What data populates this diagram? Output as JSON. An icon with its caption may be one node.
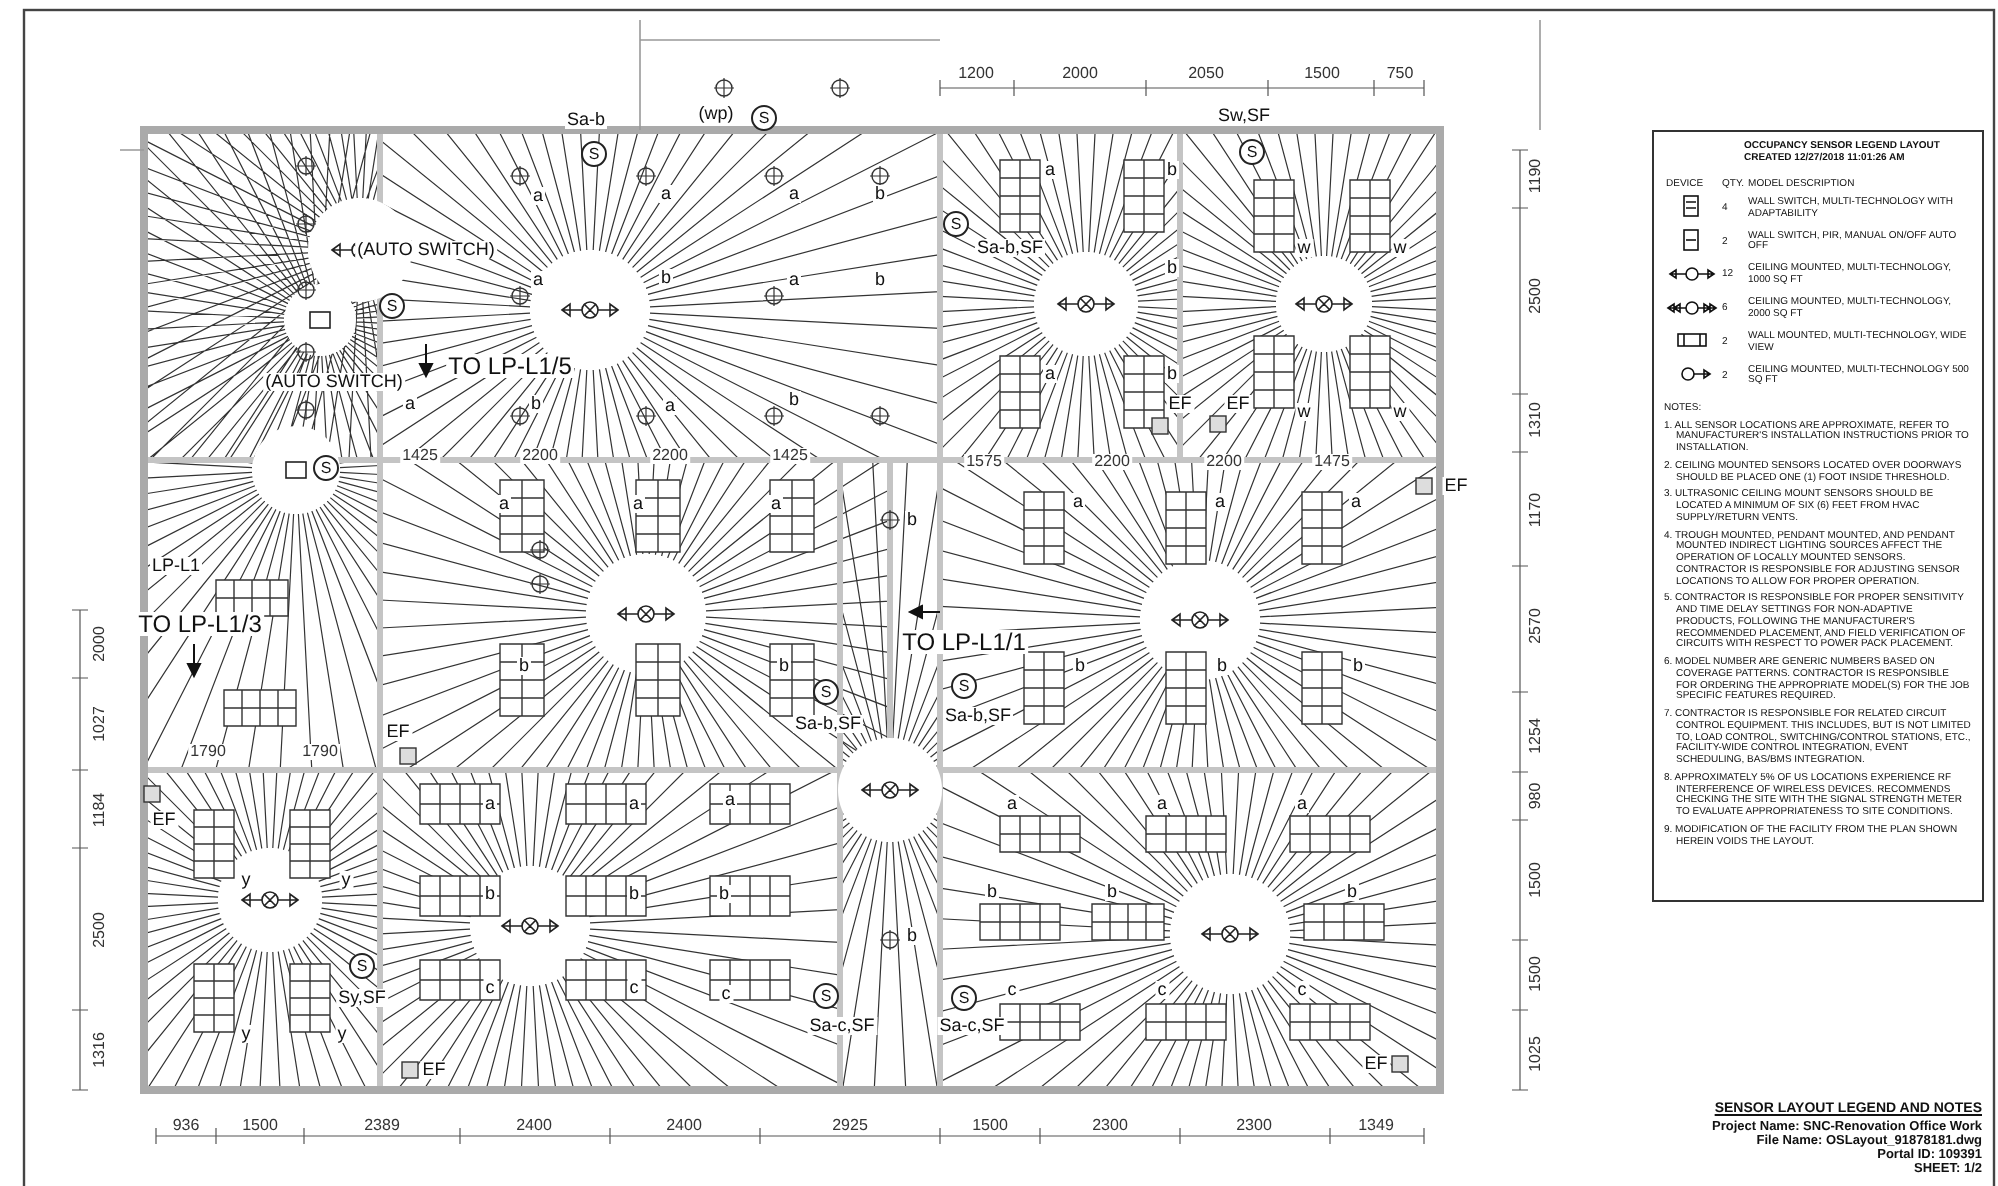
{
  "diagram": {
    "title": "SENSOR LAYOUT LEGEND AND NOTES",
    "labels": [
      "Sa-b",
      "(wp)",
      "S",
      "1200",
      "2000",
      "2050",
      "1500",
      "750",
      "Sw,SF",
      "S",
      "S",
      "1190",
      "a",
      "a",
      "a",
      "b",
      "a",
      "b",
      "(AUTO SWITCH)",
      "S",
      "Sa-b,SF",
      "w",
      "w",
      "b",
      "a",
      "b",
      "a",
      "b",
      "2500",
      "S",
      "TO LP-L1/5",
      "(AUTO SWITCH)",
      "a",
      "b",
      "a",
      "b",
      "a",
      "b",
      "w",
      "w",
      "1310",
      "EF",
      "EF",
      "1425",
      "2200",
      "2200",
      "1425",
      "1575",
      "2200",
      "2200",
      "1475",
      "S",
      "EF",
      "a",
      "a",
      "a",
      "a",
      "a",
      "a",
      "1170",
      "b",
      "LP-L1",
      "TO LP-L1/3",
      "2570",
      "TO LP-L1/1",
      "2000",
      "b",
      "b",
      "b",
      "b",
      "b",
      "S",
      "S",
      "Sa-b,SF",
      "Sa-b,SF",
      "EF",
      "1027",
      "1790",
      "1790",
      "1254",
      "980",
      "EF",
      "1184",
      "a",
      "a",
      "a",
      "a",
      "a",
      "a",
      "y",
      "y",
      "1500",
      "b",
      "b",
      "b",
      "b",
      "b",
      "b",
      "b",
      "2500",
      "S",
      "1500",
      "c",
      "c",
      "c",
      "c",
      "c",
      "c",
      "Sy,SF",
      "S",
      "S",
      "Sa-c,SF",
      "Sa-c,SF",
      "y",
      "y",
      "1316",
      "1025",
      "EF",
      "EF",
      "936",
      "1500",
      "2389",
      "2400",
      "2400",
      "2925",
      "1500",
      "2300",
      "2300",
      "1349",
      "OCCUPANCY SENSOR LEGEND LAYOUT CREATED 12/27/2018 11:01:26 AM",
      "DEVICE",
      "QTY.",
      "MODEL DESCRIPTION",
      "4",
      "2",
      "12",
      "6",
      "2",
      "2",
      "NOTES:",
      "1. ALL SENSOR LOCATIONS ARE APPROXIMATE, REFER TO MANUFACTURER'S INSTALLATION INSTRUCTIONS PRIOR TO INSTALLATION.",
      "2. CEILING MOUNTED SENSORS LOCATED OVER DOORWAYS SHOULD BE PLACED ONE (1) FOOT INSIDE THRESHOLD.",
      "3. ULTRASONIC CEILING MOUNT SENSORS SHOULD BE LOCATED A MINIMUM OF SIX (6) FEET FROM HVAC SUPPLY/RETURN VENTS.",
      "4. TROUGH MOUNTED, PENDANT MOUNTED, AND PENDANT MOUNTED INDIRECT LIGHTING SOURCES AFFECT THE OPERATION OF LOCALLY MOUNTED SENSORS. CONTRACTOR IS RESPONSIBLE FOR ADJUSTING SENSOR LOCATIONS TO ALLOW FOR PROPER OPERATION.",
      "5. CONTRACTOR IS RESPONSIBLE FOR PROPER SENSITIVITY AND TIME DELAY SETTINGS FOR NON-ADAPTIVE PRODUCTS, FOLLOWING THE MANUFACTURER'S RECOMMENDED PLACEMENT, AND FIELD VERIFICATION OF CIRCUITS WITH RESPECT TO POWER PACK PLACEMENT.",
      "6. MODEL NUMBER ARE GENERIC NUMBERS BASED ON COVERAGE PATTERNS. CONTRACTOR IS RESPONSIBLE FOR ORDERING THE APPROPRIATE MODEL(S) FOR THE JOB SPECIFIC FEATURES REQUIRED.",
      "7. CONTRACTOR IS RESPONSIBLE FOR RELATED CIRCUIT CONTROL EQUIPMENT. THIS INCLUDES, BUT IS NOT LIMITED TO, LOAD CONTROL, SWITCHING/CONTROL STATIONS, ETC., FACILITY-WIDE CONTROL INTEGRATION, EVENT SCHEDULING, BAS/BMS INTEGRATION.",
      "8. APPROXIMATELY 5% OF US LOCATIONS EXPERIENCE RF INTERFERENCE OF WIRELESS DEVICES. RECOMMENDS CHECKING THE SITE WITH THE SIGNAL STRENGTH METER TO EVALUATE APPROPRIATENESS TO SITE CONDITIONS.",
      "9. MODIFICATION OF THE FACILITY FROM THE PLAN SHOWN HEREIN VOIDS THE LAYOUT.",
      "Project Name: SNC-Renovation Office Work",
      "File Name: OSLayout_91878181.dwg",
      "Portal ID: 109391",
      "SHEET: 1/2"
    ],
    "legend": [
      {
        "text": "WALL SWITCH, MULTI-TECHNOLOGY WITH ADAPTABILITY"
      },
      {
        "text": "WALL SWITCH, PIR, MANUAL ON/OFF AUTO OFF"
      },
      {
        "text": "CEILING MOUNTED, MULTI-TECHNOLOGY, 1000 SQ FT"
      },
      {
        "text": "CEILING MOUNTED, MULTI-TECHNOLOGY, 2000 SQ FT"
      },
      {
        "text": "WALL MOUNTED, MULTI-TECHNOLOGY, WIDE VIEW"
      },
      {
        "text": "CEILING MOUNTED, MULTI-TECHNOLOGY 500 SQ FT"
      }
    ]
  }
}
